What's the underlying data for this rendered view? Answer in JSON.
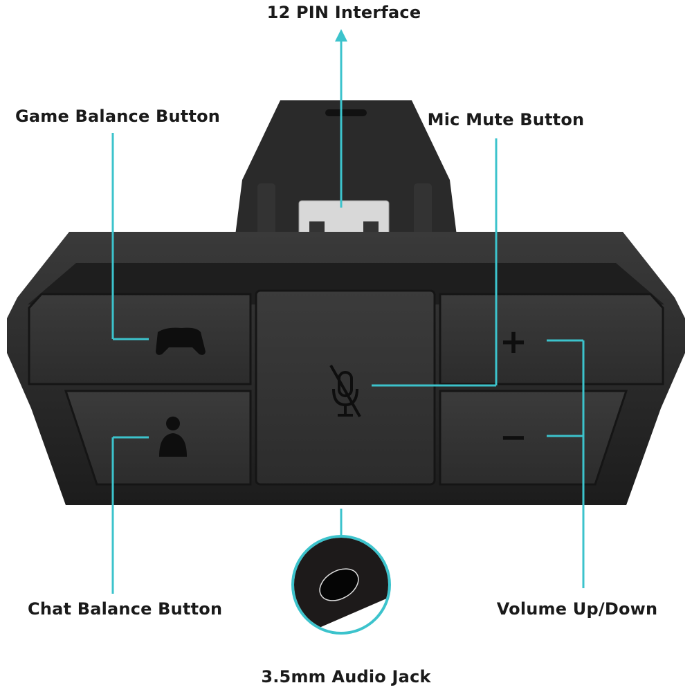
{
  "labels": {
    "pin_interface": "12 PIN Interface",
    "game_balance": "Game Balance Button",
    "mic_mute": "Mic Mute Button",
    "chat_balance": "Chat Balance Button",
    "volume": "Volume Up/Down",
    "audio_jack": "3.5mm Audio Jack"
  },
  "button_symbols": {
    "volume_up": "+",
    "volume_down": "−"
  },
  "colors": {
    "callout": "#3cc3cc",
    "device": "#262626",
    "text": "#1a1a1a"
  }
}
